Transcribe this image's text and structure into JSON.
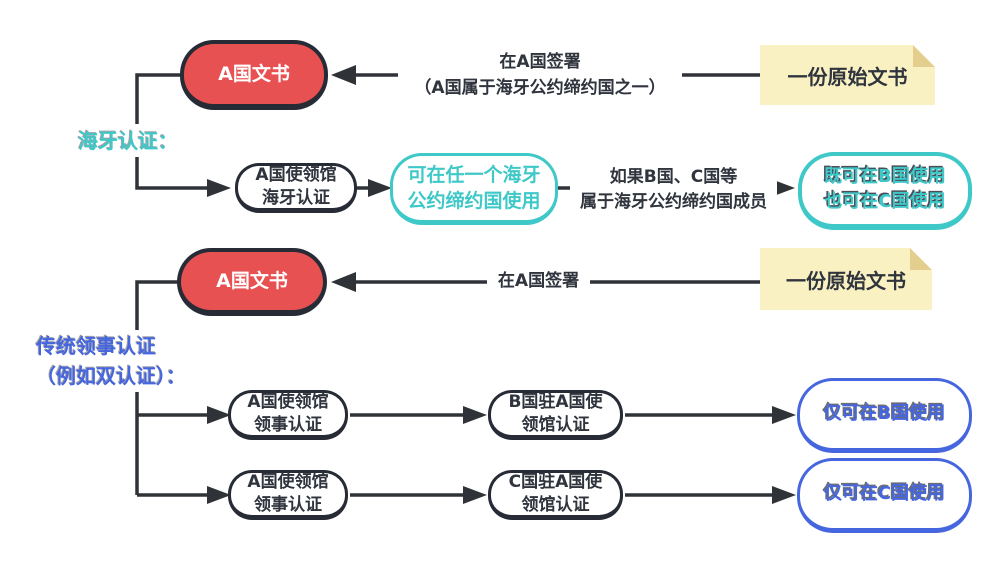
{
  "colors": {
    "box_red": "#e85151",
    "accent_teal": "#3ec8c8",
    "accent_blue": "#4666e0",
    "outline_dark": "#262b36",
    "sticky_yellow": "#faf1c3",
    "sticky_fold": "#e3ce8e"
  },
  "hague": {
    "section_label": "海牙认证：",
    "doc_box": "A国文书",
    "sign_note_line1": "在A国签署",
    "sign_note_line2": "（A国属于海牙公约缔约国之一）",
    "original_doc": "一份原始文书",
    "step_line1": "A国使领馆",
    "step_line2": "海牙认证",
    "scope_line1": "可在任一个海牙",
    "scope_line2": "公约缔约国使用",
    "condition_line1": "如果B国、C国等",
    "condition_line2": "属于海牙公约缔约国成员",
    "result_line1": "既可在B国使用",
    "result_line2": "也可在C国使用"
  },
  "traditional": {
    "section_label_line1": "传统领事认证",
    "section_label_line2": "（例如双认证）：",
    "doc_box": "A国文书",
    "sign_note": "在A国签署",
    "original_doc": "一份原始文书",
    "row_b": {
      "step1_line1": "A国使领馆",
      "step1_line2": "领事认证",
      "step2_line1": "B国驻A国使",
      "step2_line2": "领馆认证",
      "result": "仅可在B国使用"
    },
    "row_c": {
      "step1_line1": "A国使领馆",
      "step1_line2": "领事认证",
      "step2_line1": "C国驻A国使",
      "step2_line2": "领馆认证",
      "result": "仅可在C国使用"
    }
  }
}
